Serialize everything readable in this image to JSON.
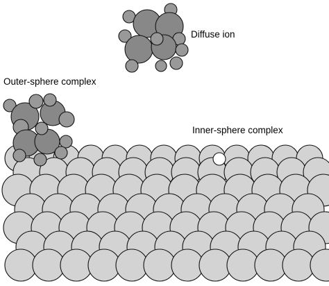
{
  "labels": {
    "diffuse": "Diffuse ion",
    "outer": "Outer-sphere complex",
    "inner": "Inner-sphere complex"
  },
  "colors": {
    "surface_fill": "#d3d3d3",
    "surface_stroke": "#111111",
    "ion_fill": "#888888",
    "ion_fill_small": "#999999",
    "adsorbed_atom_fill": "#ffffff",
    "background": "#ffffff"
  }
}
